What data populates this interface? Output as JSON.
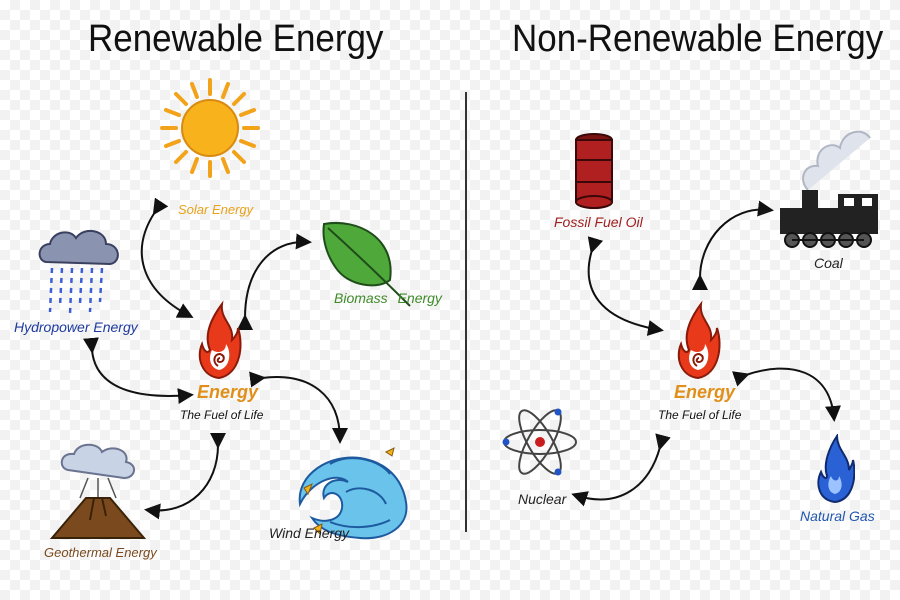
{
  "renewable": {
    "title": "Renewable Energy",
    "center_title": "Energy",
    "center_subtitle": "The Fuel of Life",
    "items": {
      "solar": "Solar Energy",
      "biomass": "Biomass",
      "biomass_suffix": "Energy",
      "hydro": "Hydropower Energy",
      "geothermal": "Geothermal Energy",
      "wind": "Wind Energy"
    }
  },
  "nonrenewable": {
    "title": "Non-Renewable Energy",
    "center_title": "Energy",
    "center_subtitle": "The Fuel of Life",
    "items": {
      "oil": "Fossil Fuel Oil",
      "coal": "Coal",
      "nuclear": "Nuclear",
      "gas": "Natural Gas"
    }
  },
  "colors": {
    "solar_label": "#e8a21a",
    "biomass_label": "#3f8a2a",
    "hydro_label": "#1e3aa0",
    "geothermal_label": "#7a4a1e",
    "wind_label": "#222222",
    "oil_label": "#a02020",
    "coal_label": "#222222",
    "nuclear_label": "#222222",
    "gas_label": "#1e56b0",
    "energy_label": "#e0901a"
  },
  "icons": [
    "sun-icon",
    "leaf-icon",
    "rain-cloud-icon",
    "fire-icon",
    "volcano-icon",
    "wave-icon",
    "oil-barrel-icon",
    "train-icon",
    "atom-icon",
    "gas-flame-icon"
  ]
}
